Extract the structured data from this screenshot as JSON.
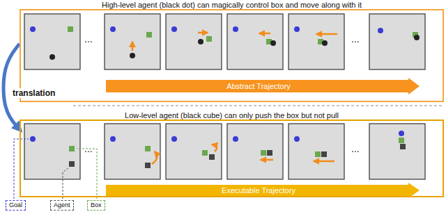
{
  "diagram": {
    "nodes": [
      {
        "text": [
          "High-level agent (black dot) can magically control box and move along with it"
        ]
      },
      {
        "text": [
          "Abstract Trajectory"
        ],
        "in": 0
      },
      {
        "text": [
          "Low-level agent (black cube) can only push the box but not pull"
        ]
      },
      {
        "text": [
          "Executable Trajectory"
        ],
        "in": 2
      },
      {
        "text": [
          "Goal"
        ]
      },
      {
        "text": [
          "Agent"
        ]
      },
      {
        "text": [
          "Box"
        ]
      }
    ],
    "edges": [
      {
        "from": 0,
        "to": 2,
        "label": "translation",
        "arrow": "to"
      }
    ],
    "labels": [
      "...",
      "...",
      "...",
      "..."
    ]
  }
}
